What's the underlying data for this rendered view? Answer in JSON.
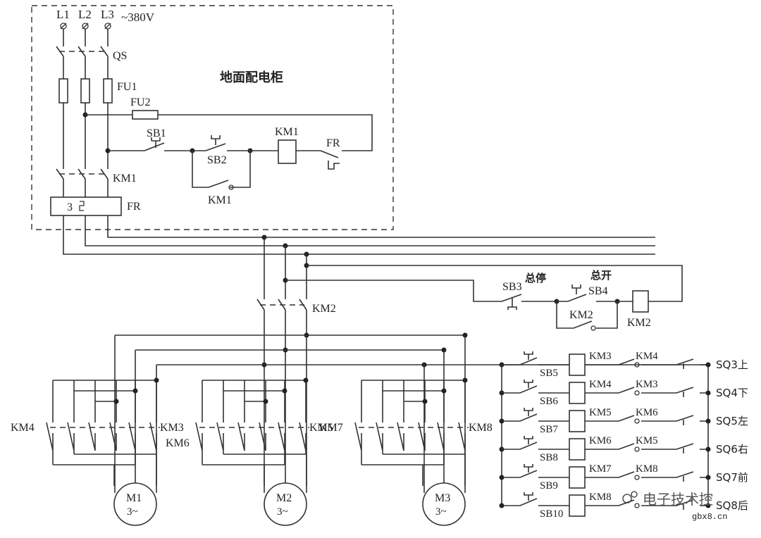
{
  "supply": {
    "phases": [
      "L1",
      "L2",
      "L3"
    ],
    "voltage": "~380V"
  },
  "cabinet": {
    "title": "地面配电柜",
    "qs": "QS",
    "fu1": "FU1",
    "fu2": "FU2",
    "sb1": "SB1",
    "sb2": "SB2",
    "km1_coil": "KM1",
    "km1_aux": "KM1",
    "km1_main": "KM1",
    "fr_contact": "FR",
    "fr_relay": "FR",
    "fr_inner": "3"
  },
  "master": {
    "sb3": "SB3",
    "stop_all": "总停",
    "sb4": "SB4",
    "start_all": "总开",
    "km2_aux": "KM2",
    "km2_coil": "KM2",
    "km2_main": "KM2"
  },
  "motors": [
    {
      "name": "M1",
      "phase": "3~",
      "left": "KM4",
      "right1": "KM3",
      "right2": "KM6"
    },
    {
      "name": "M2",
      "phase": "3~",
      "left": "",
      "right1": "KM5",
      "right2": ""
    },
    {
      "name": "M3",
      "phase": "3~",
      "left": "KM7",
      "right1": "KM8",
      "right2": ""
    }
  ],
  "controls": [
    {
      "button": "SB5",
      "coil": "KM3",
      "interlock": "KM4",
      "limit": "SQ3上"
    },
    {
      "button": "SB6",
      "coil": "KM4",
      "interlock": "KM3",
      "limit": "SQ4下"
    },
    {
      "button": "SB7",
      "coil": "KM5",
      "interlock": "KM6",
      "limit": "SQ5左"
    },
    {
      "button": "SB8",
      "coil": "KM6",
      "interlock": "KM5",
      "limit": "SQ6右"
    },
    {
      "button": "SB9",
      "coil": "KM7",
      "interlock": "KM8",
      "limit": "SQ7前"
    },
    {
      "button": "SB10",
      "coil": "KM8",
      "interlock": "",
      "limit": "SQ8后"
    }
  ],
  "watermark": {
    "brand": "电子技术控",
    "site": "gbx8.cn"
  }
}
